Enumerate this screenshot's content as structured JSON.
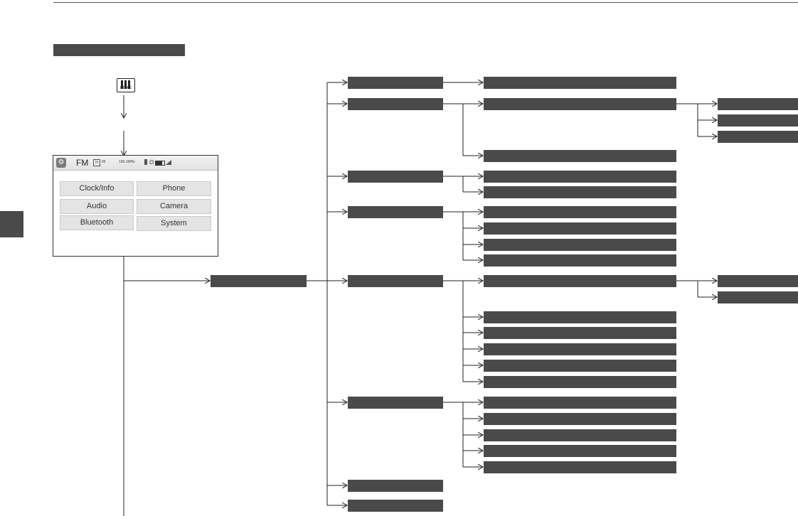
{
  "header": {
    "section_bar_label": "",
    "side_tab_label": ""
  },
  "home_button": {
    "label": "HOME",
    "icon": "home-grid-icon"
  },
  "screen": {
    "status": {
      "source": "FM",
      "preset": "05",
      "frequency": "106.1MHz",
      "icons": [
        "gear-icon",
        "hd-icon",
        "bluetooth-icon",
        "battery-icon",
        "signal-icon"
      ]
    },
    "menu": {
      "clock_info": "Clock/Info",
      "phone": "Phone",
      "audio": "Audio",
      "camera": "Camera",
      "bluetooth": "Bluetooth",
      "system": "System"
    }
  },
  "colors": {
    "bar": "#4a4a4a",
    "tile": "#e4e4e4",
    "line": "#222222"
  }
}
